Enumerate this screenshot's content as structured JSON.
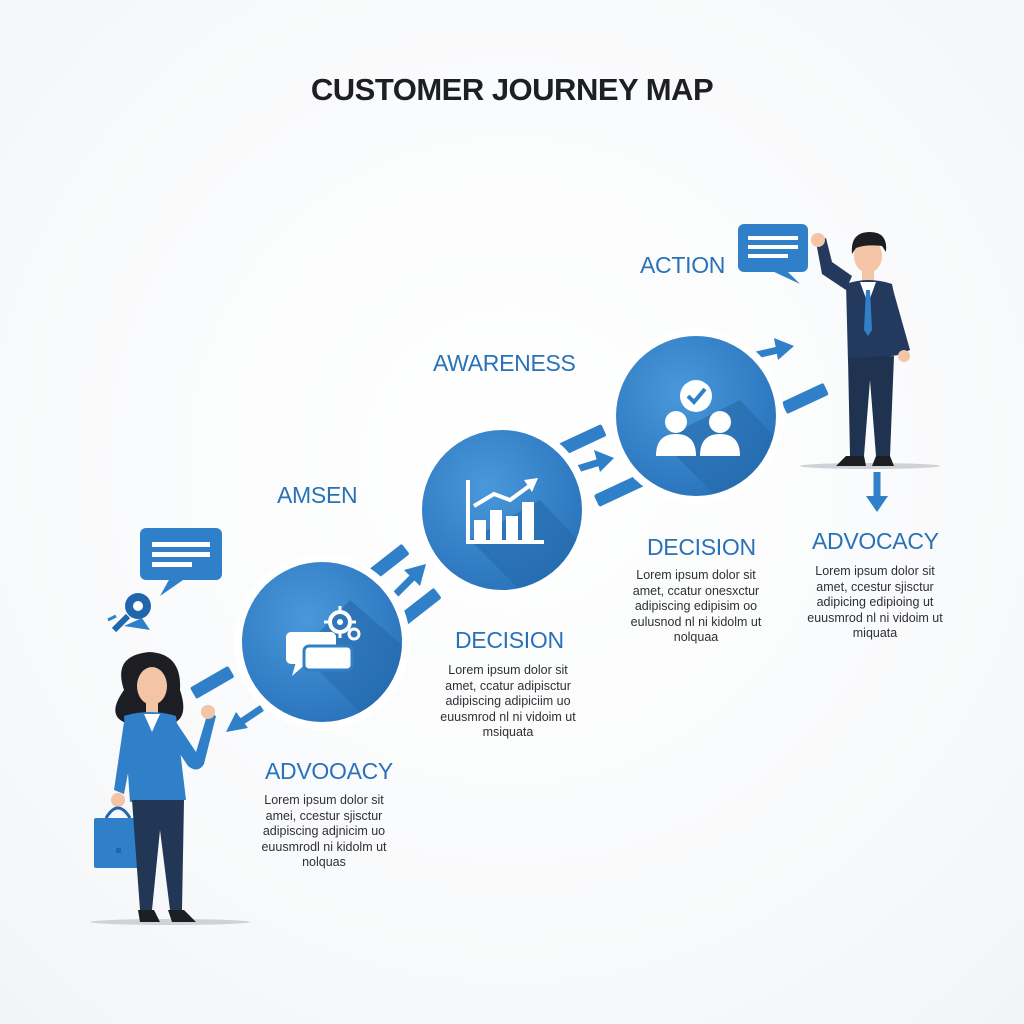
{
  "title": "CUSTOMER JOURNEY MAP",
  "labels": {
    "action": "ACTION",
    "awareness": "AWARENESS",
    "amsen": "AMSEN",
    "decision_right": "DECISION",
    "advocacy_right": "ADVOCACY",
    "decision_center": "DECISION",
    "advocacy_left": "ADVOOACY"
  },
  "descriptions": {
    "decision_right": [
      "Lorem ipsum dolor sit",
      "amet, ccatur onesxctur",
      "adipiscing edipisim oo",
      "eulusnod nl ni kidolm ut",
      "nolquaa"
    ],
    "advocacy_right": [
      "Lorem ipsum dolor sit",
      "amet, ccestur sjisctur",
      "adipicing edipioing ut",
      "euusmrod nl ni vidoim ut",
      "miquata"
    ],
    "decision_center": [
      "Lorem ipsum dolor sit",
      "amet, ccatur adipisctur",
      "adipiscing adipiciim uo",
      "euusmrod nl ni vidoim ut",
      "msiquata"
    ],
    "advocacy_left": [
      "Lorem ipsum dolor sit",
      "amei, ccestur sjisctur",
      "adipiscing adjnicim uo",
      "euusmrodl ni kidolm ut",
      "nolquas"
    ]
  },
  "icons": {
    "circle1": "speech-bubbles-gears-icon",
    "circle2": "growth-chart-icon",
    "circle3": "users-check-icon",
    "bubble_left": "speech-bubble-icon",
    "bubble_right": "speech-bubble-icon",
    "search": "magnifier-icon"
  },
  "colors": {
    "primary": "#2f80c9",
    "primary_dark": "#1f66ad",
    "label": "#2a72b8",
    "suit": "#233a5e",
    "text": "#1d1f24"
  }
}
